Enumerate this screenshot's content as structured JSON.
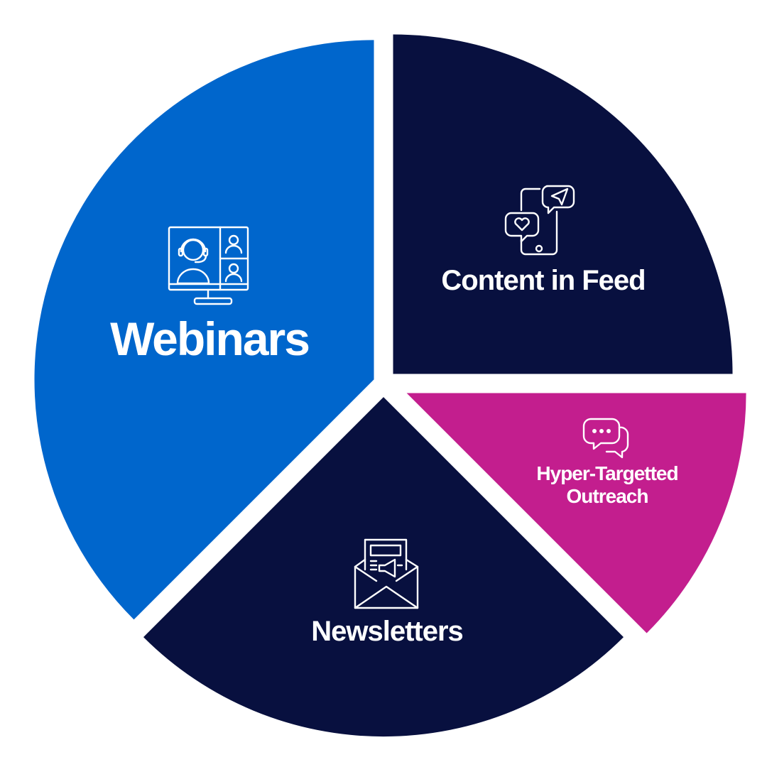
{
  "chart_data": {
    "type": "pie",
    "title": "",
    "slices": [
      {
        "label": "Content in Feed",
        "value": 25,
        "color": "#08103f",
        "icon": "phone-chat-icon"
      },
      {
        "label": "Hyper-Targetted Outreach",
        "label_lines": [
          "Hyper-Targetted",
          "Outreach"
        ],
        "value": 12.5,
        "color": "#c31e8e",
        "icon": "chat-bubbles-icon"
      },
      {
        "label": "Newsletters",
        "value": 25,
        "color": "#08103f",
        "icon": "newsletter-envelope-icon"
      },
      {
        "label": "Webinars",
        "value": 37.5,
        "color": "#0066cc",
        "icon": "webinar-screen-icon"
      }
    ],
    "legend": "none",
    "start_angle_deg": 0
  }
}
